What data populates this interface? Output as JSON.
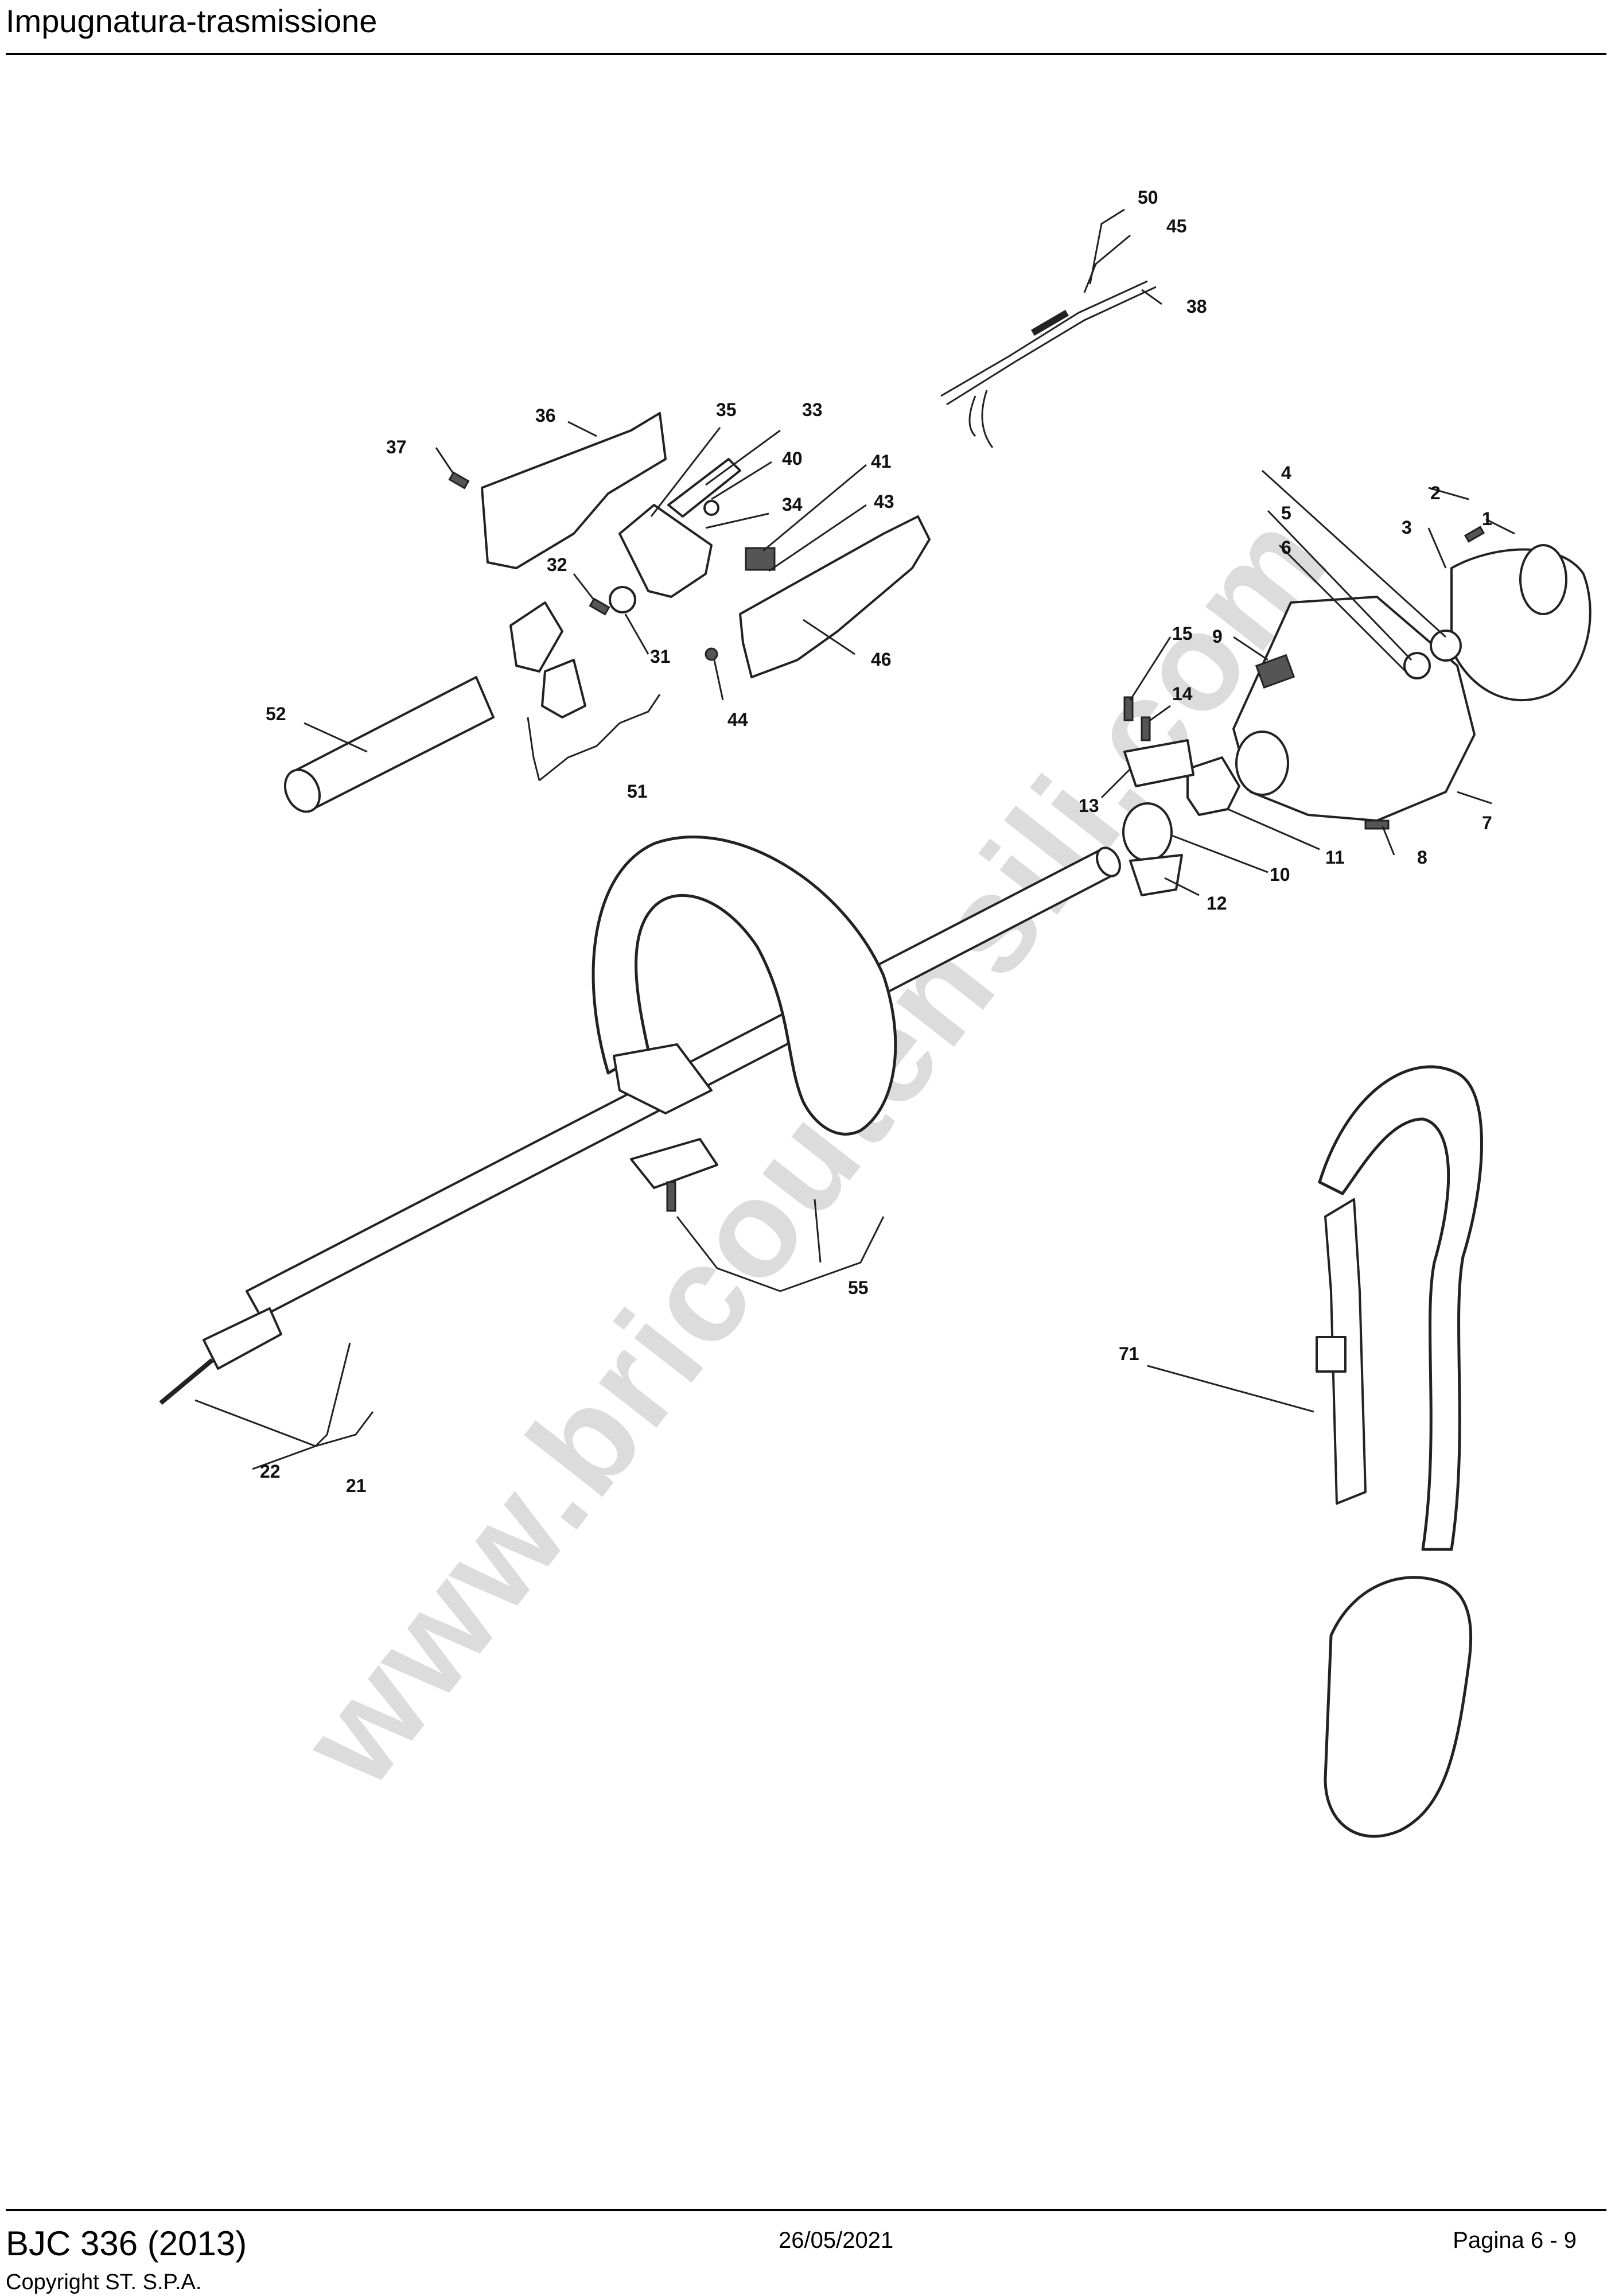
{
  "header": {
    "title": "Impugnatura-trasmissione"
  },
  "watermark": "www.bricoutensili.com",
  "footer": {
    "model": "BJC 336 (2013)",
    "copyright": "Copyright ST. S.P.A.",
    "date": "26/05/2021",
    "page": "Pagina 6 - 9"
  },
  "callouts": [
    "1",
    "2",
    "3",
    "4",
    "5",
    "6",
    "7",
    "8",
    "9",
    "10",
    "11",
    "12",
    "13",
    "14",
    "15",
    "21",
    "22",
    "31",
    "32",
    "33",
    "34",
    "35",
    "36",
    "37",
    "38",
    "40",
    "41",
    "43",
    "44",
    "45",
    "46",
    "50",
    "51",
    "52",
    "55",
    "71"
  ]
}
